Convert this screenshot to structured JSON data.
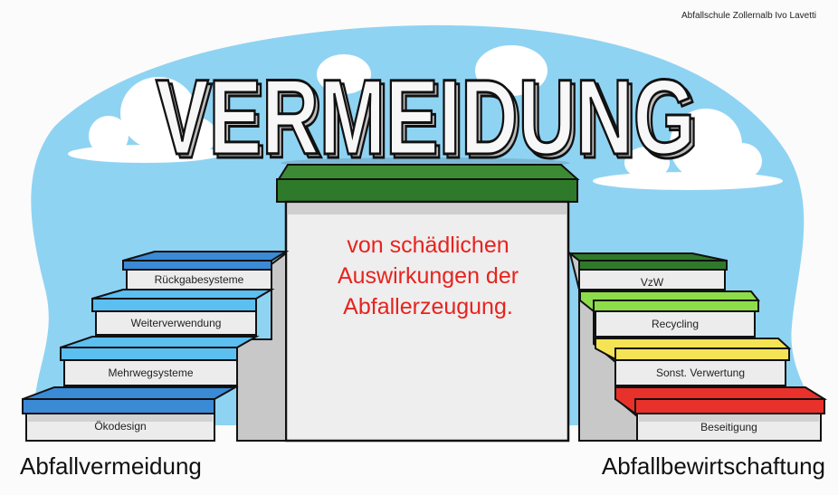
{
  "credit": "Abfallschule Zollernalb Ivo Lavetti",
  "title": "VERMEIDUNG",
  "center_box": {
    "lines": [
      "von schädlichen",
      "Auswirkungen der",
      "Abfallerzeugung."
    ],
    "text_color": "#e8231e",
    "roof_color": "#2f7a2a"
  },
  "left_stairs": {
    "heading": "Abfallvermeidung",
    "steps": [
      {
        "label": "Rückgabesysteme",
        "color": "#3a8ad6"
      },
      {
        "label": "Weiterverwendung",
        "color": "#5bbff0"
      },
      {
        "label": "Mehrwegsysteme",
        "color": "#5bbff0"
      },
      {
        "label": "Ökodesign",
        "color": "#3a8ad6"
      }
    ]
  },
  "right_stairs": {
    "heading": "Abfallbewirtschaftung",
    "steps": [
      {
        "label": "VzW",
        "color": "#2f7a2a"
      },
      {
        "label": "Recycling",
        "color": "#8edc4a"
      },
      {
        "label": "Sonst. Verwertung",
        "color": "#f5e356"
      },
      {
        "label": "Beseitigung",
        "color": "#e8312a"
      }
    ]
  },
  "sky_color": "#8fd3f3"
}
